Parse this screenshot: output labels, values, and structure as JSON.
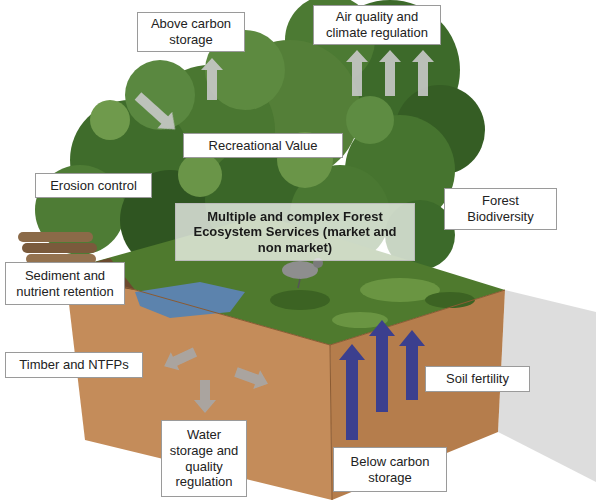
{
  "diagram": {
    "nodes": [
      {
        "text": [
          "Above carbon storage"
        ]
      },
      {
        "text": [
          "Air quality and climate regulation"
        ]
      },
      {
        "text": [
          "Recreational Value"
        ]
      },
      {
        "text": [
          "Erosion control"
        ]
      },
      {
        "text": [
          "Multiple and complex Forest Ecosystem Services (market and non market)"
        ]
      },
      {
        "text": [
          "Forest Biodiversity"
        ]
      },
      {
        "text": [
          "Sediment and nutrient retention"
        ]
      },
      {
        "text": [
          "Timber and NTFPs"
        ]
      },
      {
        "text": [
          "Soil fertility"
        ]
      },
      {
        "text": [
          "Water storage and quality regulation"
        ]
      },
      {
        "text": [
          "Below carbon storage"
        ]
      }
    ]
  }
}
